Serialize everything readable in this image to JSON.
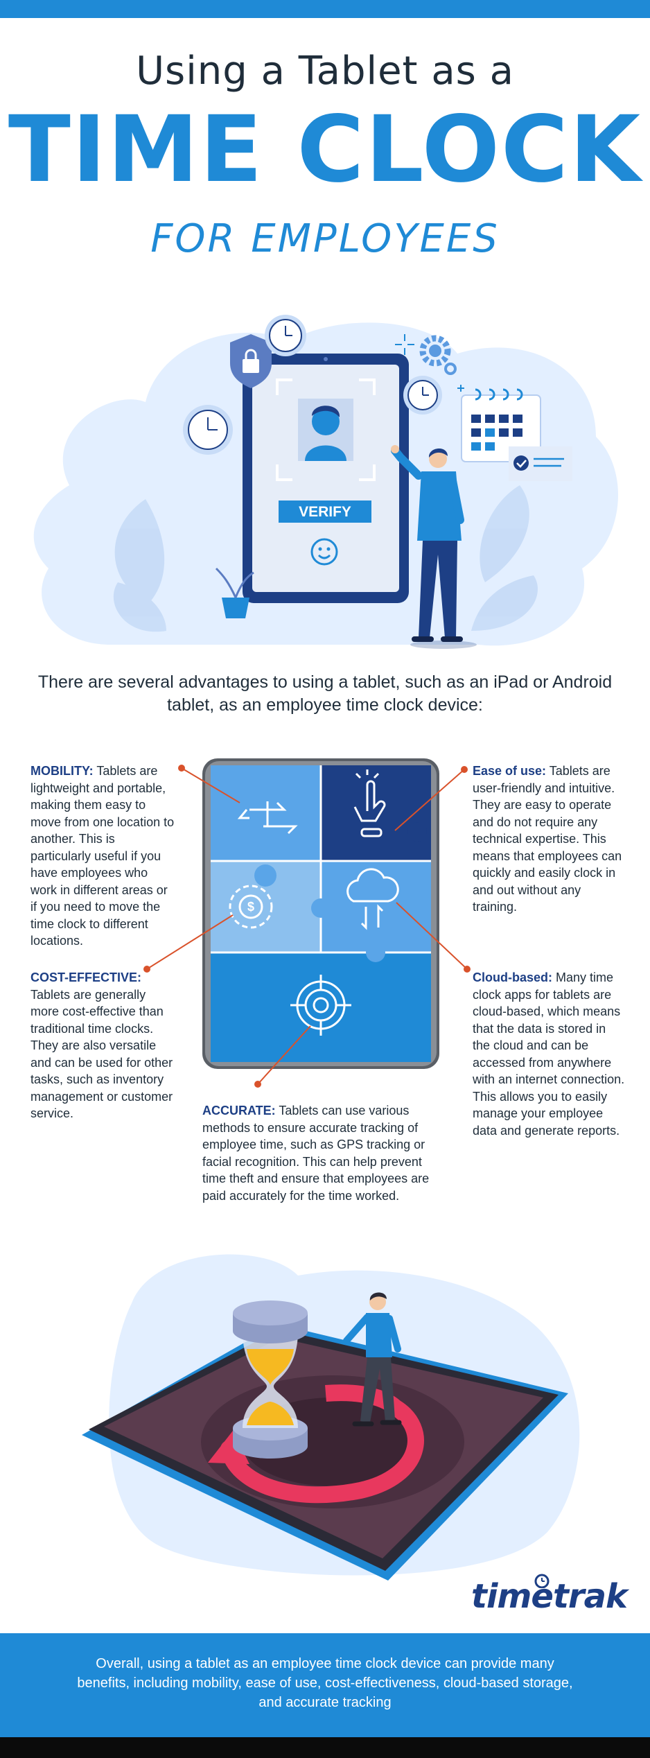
{
  "title": {
    "line1": "Using a Tablet as a",
    "line2": "TIME CLOCK",
    "line3": "FOR EMPLOYEES"
  },
  "hero": {
    "verify_label": "VERIFY"
  },
  "intro": "There are several advantages to using a tablet, such as an iPad or Android tablet, as an employee time clock device:",
  "advantages": {
    "mobility": {
      "label": "MOBILITY:",
      "text": " Tablets are lightweight and portable, making them easy to move from one location to another. This is particularly useful if you have employees who work in different areas or if you need to move the time clock to different locations."
    },
    "cost": {
      "label": "COST-EFFECTIVE:",
      "text": " Tablets are generally more cost-effective than traditional time clocks. They are also versatile and can be used for other tasks, such as inventory management or customer service."
    },
    "ease": {
      "label": "Ease of use:",
      "text": " Tablets are user-friendly and intuitive. They are easy to operate and do not require any technical expertise. This means that employees can quickly and easily clock in and out without any training."
    },
    "cloud": {
      "label": "Cloud-based:",
      "text": " Many time clock apps for tablets are cloud-based, which means that the data is stored in the cloud and can be accessed from anywhere with an internet connection. This allows you to easily manage your employee data and generate reports."
    },
    "accurate": {
      "label": "ACCURATE:",
      "text": " Tablets can use various methods to ensure accurate tracking of employee time, such as GPS tracking or facial recognition. This can help prevent time theft and ensure that employees are paid accurately for the time worked."
    }
  },
  "logo": {
    "text": "timetrak"
  },
  "footer": "Overall, using a tablet as an employee time clock device can provide many benefits, including mobility, ease of use, cost-effectiveness, cloud-based storage, and accurate tracking",
  "colors": {
    "brand_blue": "#1f8ad6",
    "navy": "#1d3f85",
    "accent_orange": "#d9522b",
    "text_dark": "#1f2d3a"
  }
}
